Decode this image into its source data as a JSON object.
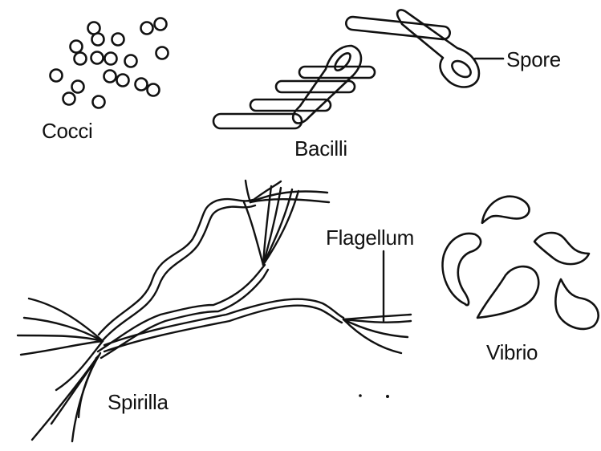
{
  "labels": {
    "cocci": "Cocci",
    "bacilli": "Bacilli",
    "spore": "Spore",
    "flagellum": "Flagellum",
    "vibrio": "Vibrio",
    "spirilla": "Spirilla"
  },
  "colors": {
    "ink": "#111111",
    "background": "#ffffff"
  }
}
